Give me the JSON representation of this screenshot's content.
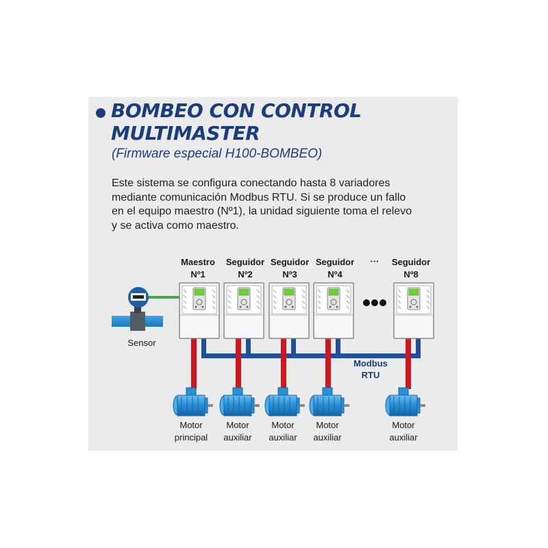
{
  "header": {
    "title_line1": "BOMBEO CON CONTROL",
    "title_line2": "MULTIMASTER",
    "subtitle": "(Firmware especial H100-BOMBEO)"
  },
  "description": {
    "lines": [
      "Este sistema se configura conectando hasta 8 variadores",
      "mediante comunicación Modbus RTU. Si se produce un fallo",
      "en el equipo maestro (Nº1), la unidad siguiente toma el relevo",
      "y se activa como maestro."
    ]
  },
  "diagram": {
    "drives": [
      {
        "line1": "Maestro",
        "line2": "Nº1"
      },
      {
        "line1": "Seguidor",
        "line2": "Nº2"
      },
      {
        "line1": "Seguidor",
        "line2": "Nº3"
      },
      {
        "line1": "Seguidor",
        "line2": "Nº4"
      },
      {
        "line1": "Seguidor",
        "line2": "Nº8"
      }
    ],
    "ellipsis_label": "···",
    "sensor_label": "Sensor",
    "bus_label_line1": "Modbus",
    "bus_label_line2": "RTU",
    "motors": [
      {
        "line1": "Motor",
        "line2": "principal"
      },
      {
        "line1": "Motor",
        "line2": "auxiliar"
      },
      {
        "line1": "Motor",
        "line2": "auxiliar"
      },
      {
        "line1": "Motor",
        "line2": "auxiliar"
      },
      {
        "line1": "Motor",
        "line2": "auxiliar"
      }
    ]
  },
  "colors": {
    "title_blue": "#1a3d7c",
    "bus_blue": "#1f4e9a",
    "power_red": "#d0161e",
    "motor_blue": "#2b8fd4",
    "signal_green": "#4aa54a",
    "panel_gray": "#ebebeb"
  }
}
